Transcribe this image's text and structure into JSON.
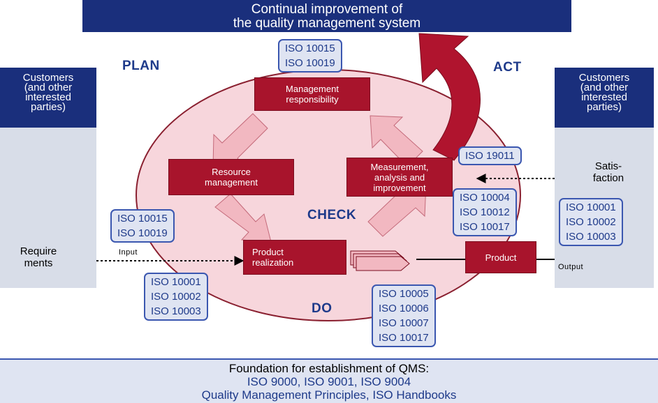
{
  "title": {
    "line1": "Continual improvement of",
    "line2": "the quality management system"
  },
  "phases": {
    "plan": "PLAN",
    "act": "ACT",
    "check": "CHECK",
    "do": "DO"
  },
  "left_customer": {
    "lines": [
      "Customers",
      "(and other",
      "interested",
      "parties)"
    ]
  },
  "right_customer": {
    "lines": [
      "Customers",
      "(and other",
      "interested",
      "parties)"
    ]
  },
  "processes": {
    "management": [
      "Management",
      "responsibility"
    ],
    "resource": [
      "Resource",
      "management"
    ],
    "measurement": [
      "Measurement,",
      "analysis and",
      "improvement"
    ],
    "realization": [
      "Product",
      "realization"
    ],
    "product": "Product"
  },
  "iso_boxes": {
    "top": [
      "ISO 10015",
      "ISO 10019"
    ],
    "left_mid": [
      "ISO 10015",
      "ISO 10019"
    ],
    "bottom_left": [
      "ISO 10001",
      "ISO 10002",
      "ISO 10003"
    ],
    "iso19011": [
      "ISO 19011"
    ],
    "right_mid": [
      "ISO 10004",
      "ISO 10012",
      "ISO 10017"
    ],
    "bottom_mid": [
      "ISO 10005",
      "ISO 10006",
      "ISO 10007",
      "ISO 10017"
    ],
    "far_right": [
      "ISO 10001",
      "ISO 10002",
      "ISO 10003"
    ]
  },
  "requirements": [
    "Require",
    "ments"
  ],
  "satisfaction": [
    "Satis-",
    "faction"
  ],
  "input_label": "Input",
  "output_label": "Output",
  "foundation": {
    "line1": "Foundation for establishment of QMS:",
    "line2": "ISO 9000, ISO 9001, ISO 9004",
    "line3": "Quality Management Principles, ISO Handbooks"
  },
  "colors": {
    "navy": "#1a2f7c",
    "crimson": "#a8142c",
    "circle": "#f7d6dc",
    "arrow_pink": "#f2b8c1",
    "iso_fill": "#dfe4f2"
  }
}
